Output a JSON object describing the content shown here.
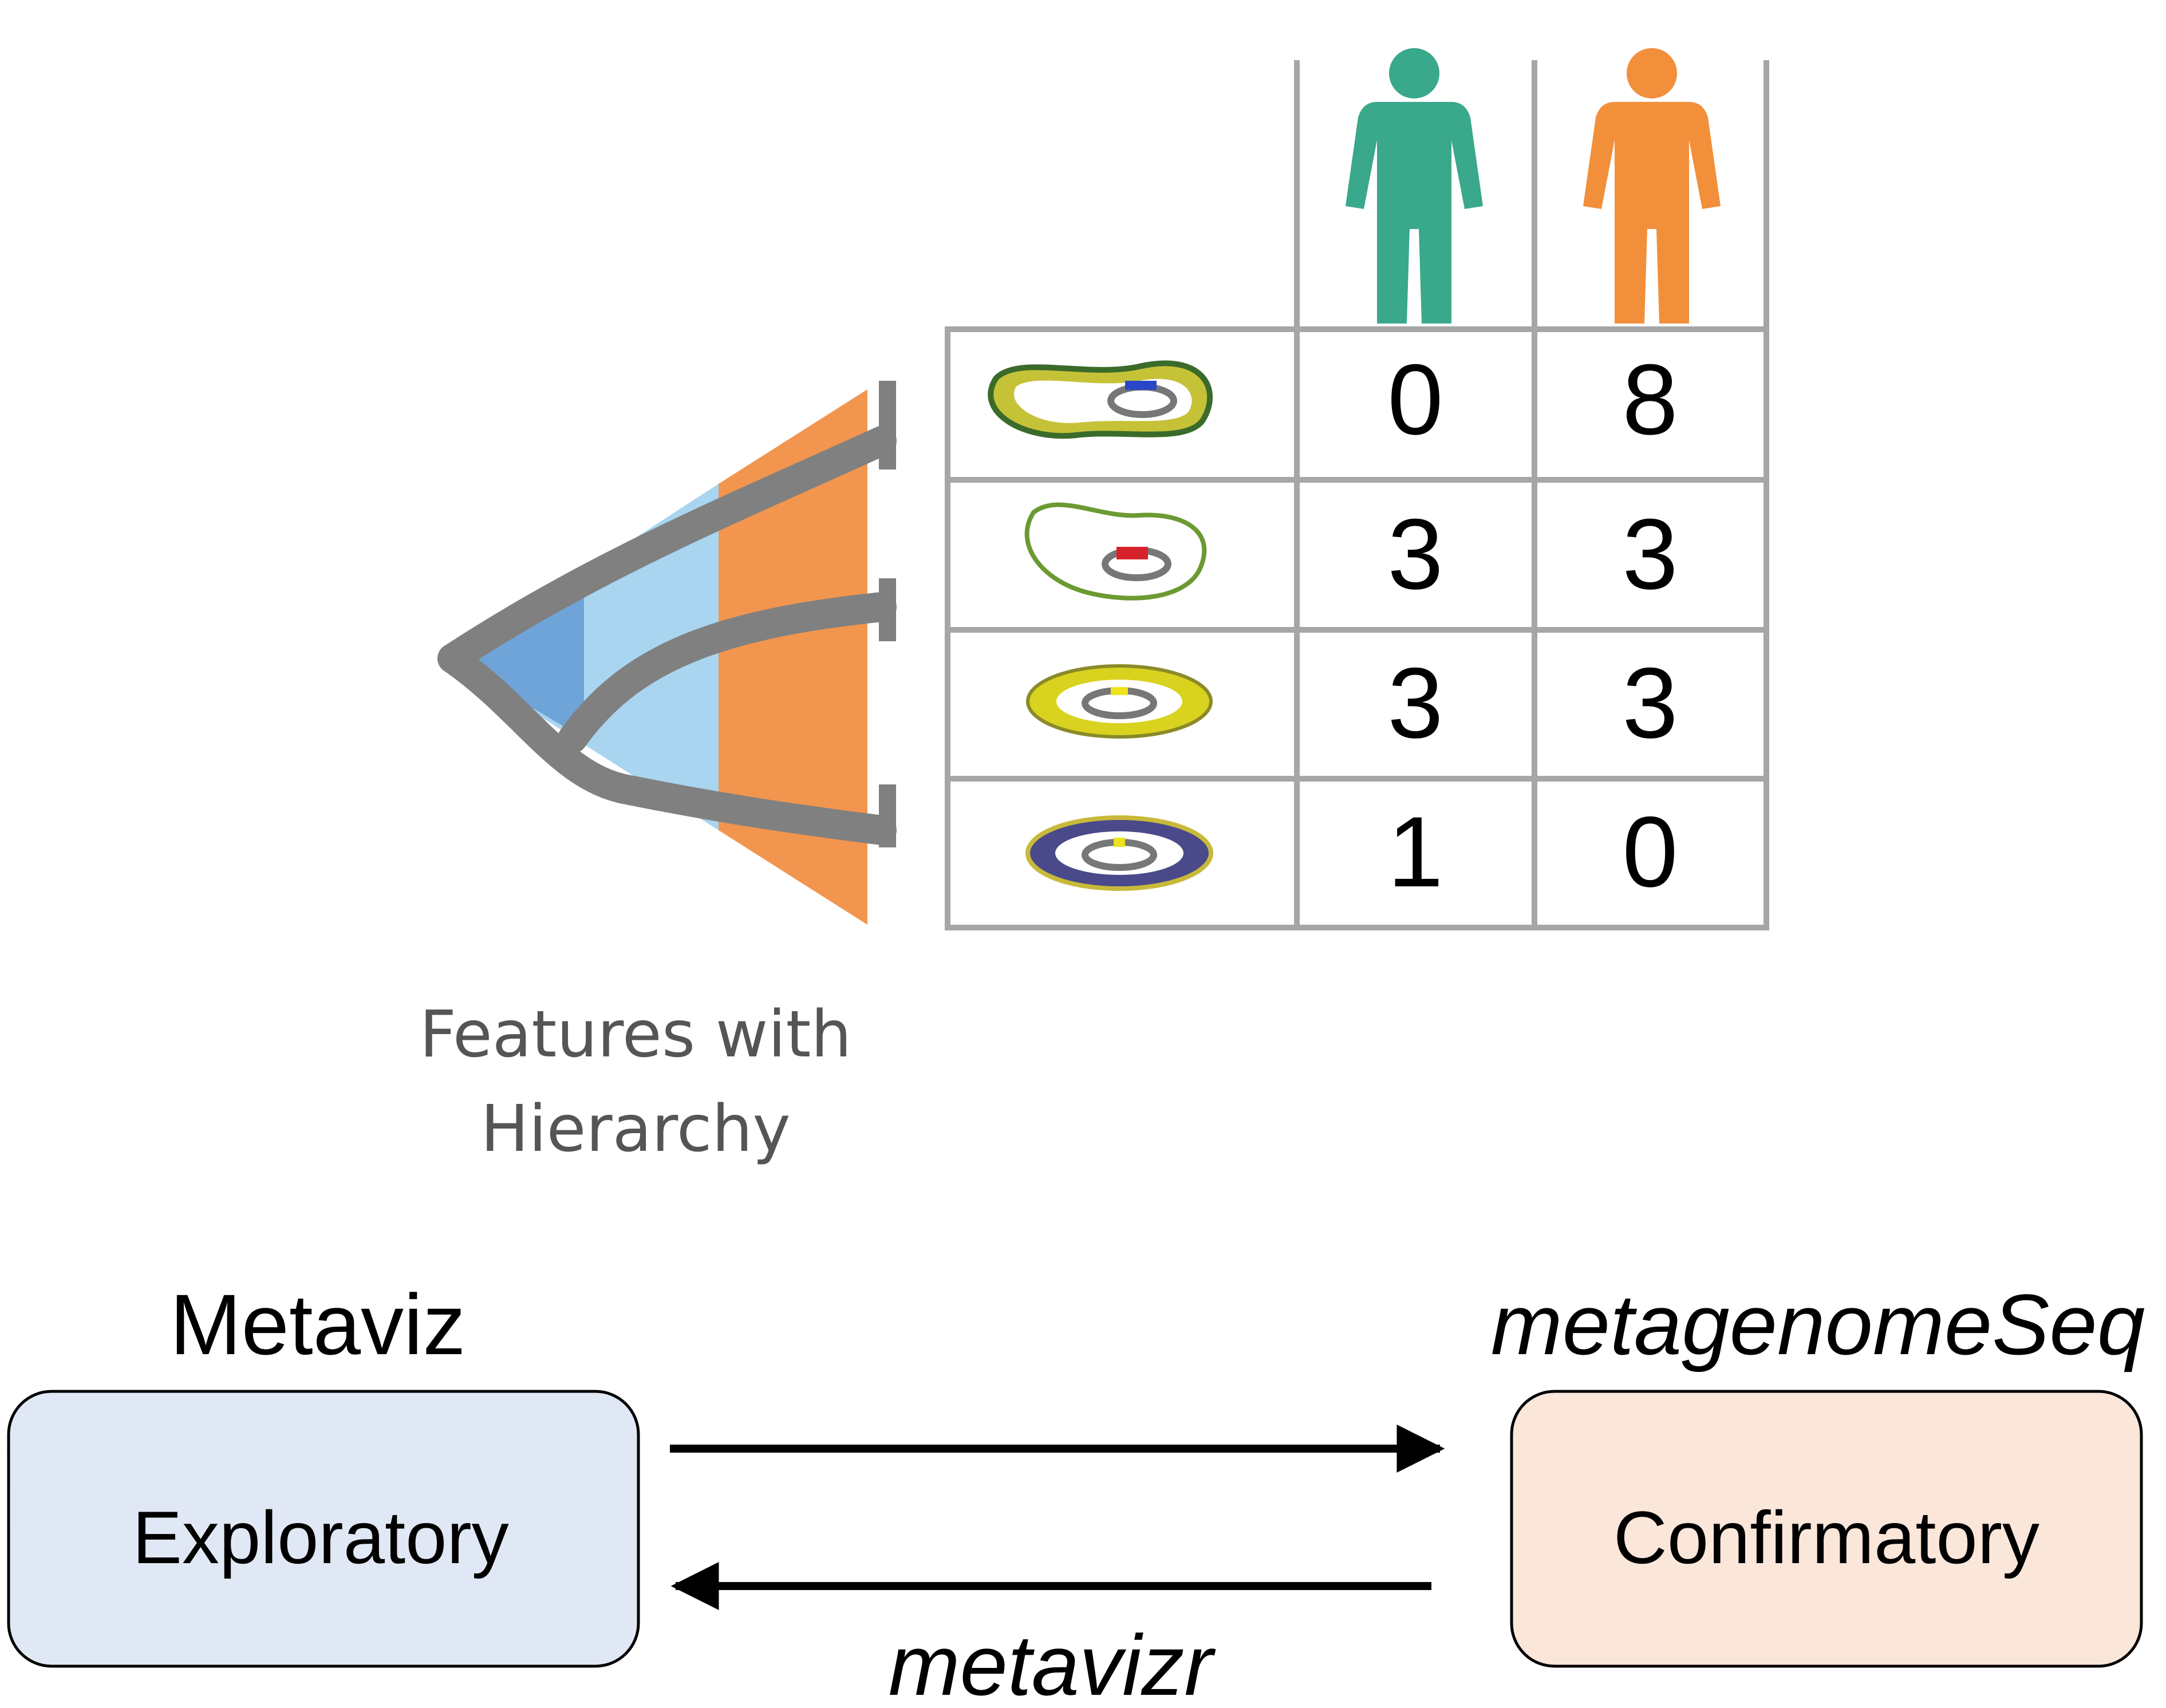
{
  "feature_tree": {
    "caption_line1": "Features with",
    "caption_line2": "Hierarchy",
    "colors": {
      "inner_blue": "#6fa4d8",
      "light_blue": "#a9d5f0",
      "orange": "#f2954f",
      "branch": "#808080"
    }
  },
  "samples": {
    "columns": [
      {
        "icon": "person-icon",
        "color": "#3aa88a"
      },
      {
        "icon": "person-icon",
        "color": "#f28f3b"
      }
    ]
  },
  "count_table": {
    "rows": [
      {
        "feature_icon": "bacterium-icon",
        "values": [
          "0",
          "8"
        ]
      },
      {
        "feature_icon": "bacterium-icon",
        "values": [
          "3",
          "3"
        ]
      },
      {
        "feature_icon": "bacterium-icon",
        "values": [
          "3",
          "3"
        ]
      },
      {
        "feature_icon": "bacterium-icon",
        "values": [
          "1",
          "0"
        ]
      }
    ]
  },
  "workflow": {
    "left_tool": "Metaviz",
    "left_box": "Exploratory",
    "right_tool": "metagenomeSeq",
    "right_box": "Confirmatory",
    "bridge": "metavizr",
    "colors": {
      "left_fill": "#e1e8f5",
      "right_fill": "#fbe6da"
    }
  }
}
